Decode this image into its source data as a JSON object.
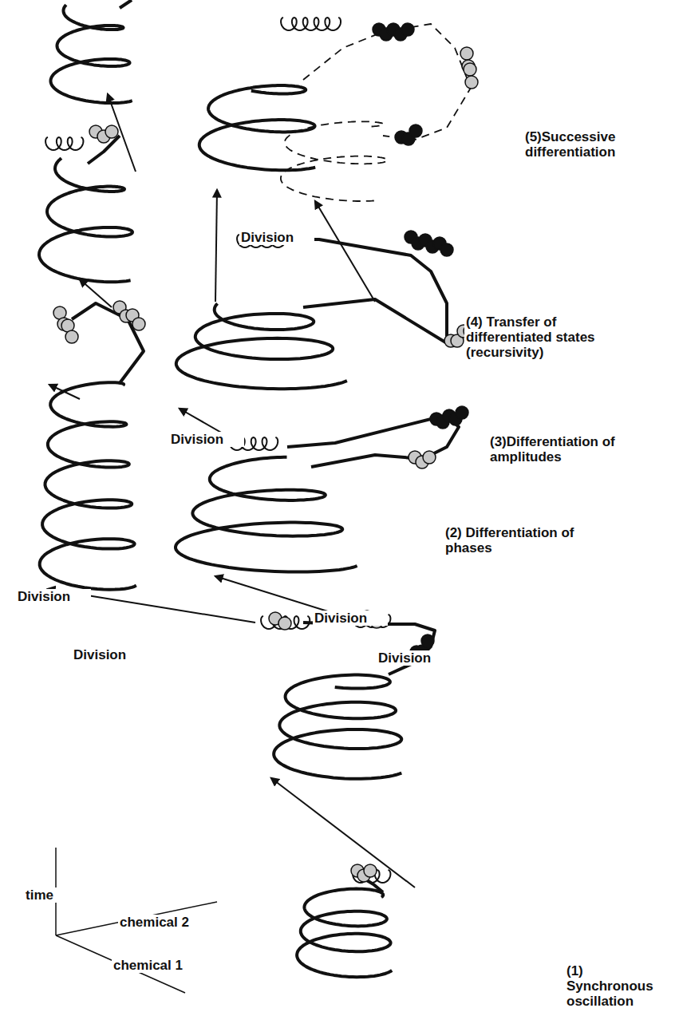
{
  "diagram": {
    "labels": [
      "(5)Successive differentiation",
      "Division",
      "(4) Transfer of differentiated states (recursivity)",
      "Division",
      "(3)Differentiation of amplitudes",
      "(2) Differentiation of phases",
      "Division",
      "Division",
      "Division",
      "Division",
      "time",
      "chemical 2",
      "chemical 1",
      "(1) Synchronous oscillation"
    ]
  }
}
